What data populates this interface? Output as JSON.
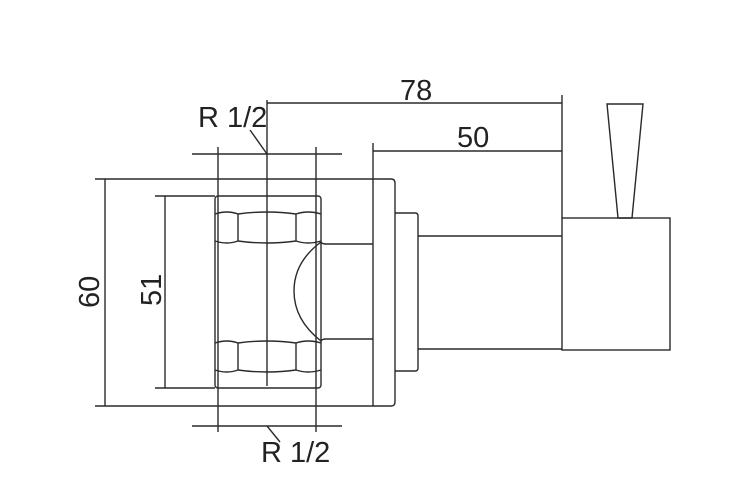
{
  "dimensions": {
    "overall_length": "78",
    "body_length": "50",
    "outer_height": "60",
    "inner_height": "51",
    "thread_top": "R 1/2",
    "thread_bottom": "R 1/2"
  }
}
